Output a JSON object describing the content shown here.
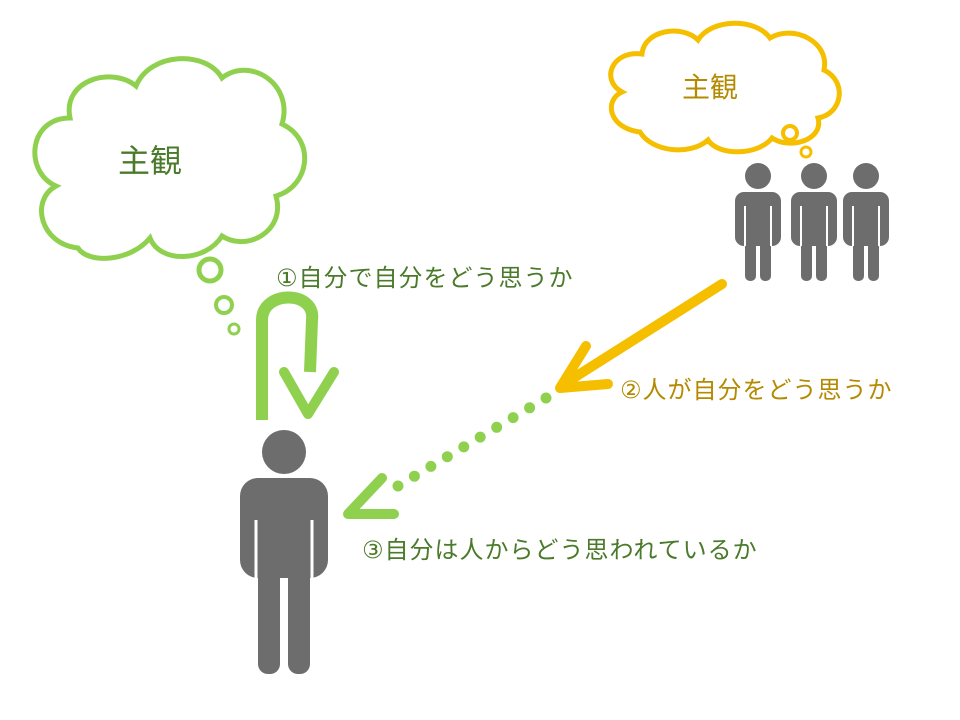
{
  "colors": {
    "green": "#8fd14f",
    "green_text": "#4a7a2a",
    "yellow": "#f5bf00",
    "yellow_text": "#b38a00",
    "person": "#6d6d6d"
  },
  "clouds": {
    "self": {
      "text": "主観",
      "icon": "thought-cloud-icon"
    },
    "others": {
      "text": "主観",
      "icon": "thought-cloud-icon"
    }
  },
  "labels": {
    "self_view": "①自分で自分をどう思うか",
    "others_view": "②人が自分をどう思うか",
    "perceived_view": "③自分は人からどう思われているか"
  },
  "figures": {
    "self": "person-icon",
    "others": "group-of-three-people-icon"
  }
}
